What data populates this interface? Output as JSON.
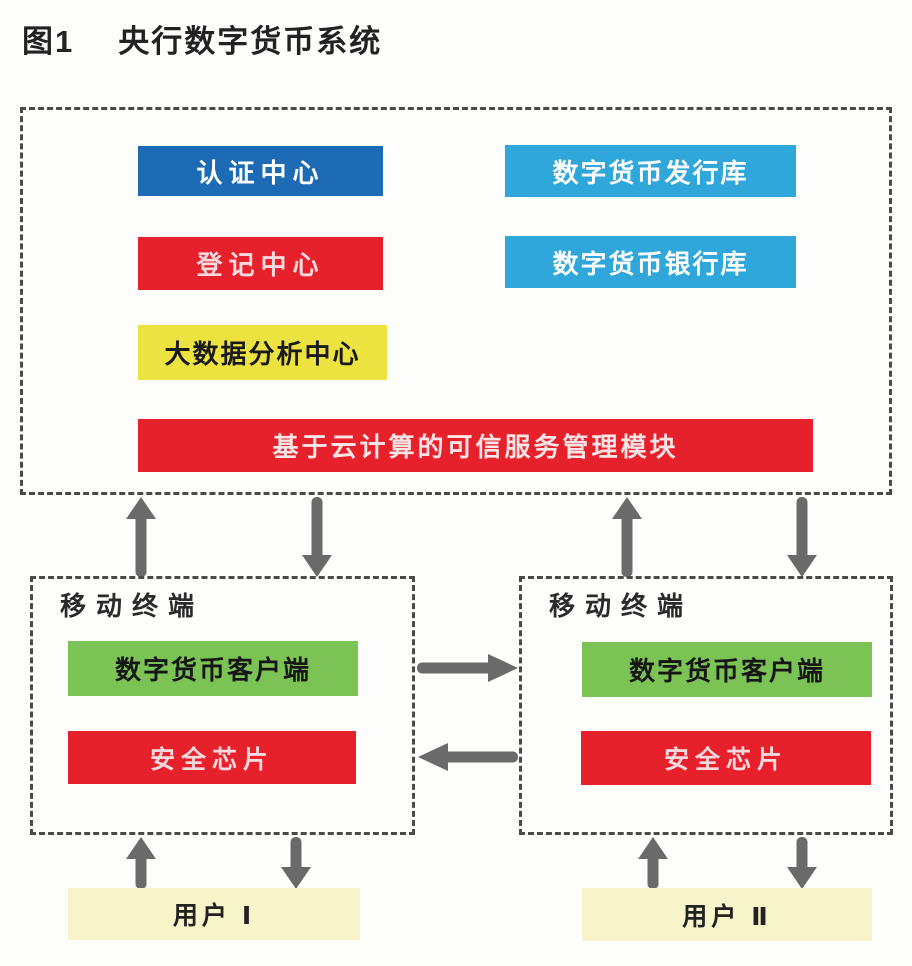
{
  "title": {
    "figure_label": "图1",
    "text": "央行数字货币系统"
  },
  "colors": {
    "blue": "#1c6bb4",
    "cyan": "#2fa7da",
    "red": "#e7212b",
    "yellow": "#ece340",
    "green": "#7cc355",
    "pale_yellow": "#f6f4c8",
    "arrow_gray": "#6a6a6a",
    "dash_gray": "#4a4a4a",
    "text_on_red": "#f8d9dc"
  },
  "system": {
    "auth_center": "认证中心",
    "issue_vault": "数字货币发行库",
    "registry_center": "登记中心",
    "bank_vault": "数字货币银行库",
    "big_data_center": "大数据分析中心",
    "cloud_module": "基于云计算的可信服务管理模块"
  },
  "terminal_left": {
    "label": "移动终端",
    "client": "数字货币客户端",
    "chip": "安全芯片"
  },
  "terminal_right": {
    "label": "移动终端",
    "client": "数字货币客户端",
    "chip": "安全芯片"
  },
  "user_left": {
    "label": "用户 Ⅰ"
  },
  "user_right": {
    "label": "用户 Ⅱ"
  }
}
